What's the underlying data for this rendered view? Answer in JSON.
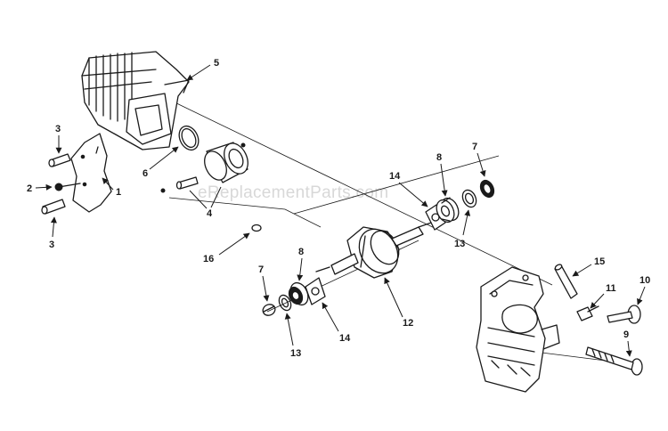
{
  "watermark": "eReplacementParts.com",
  "callouts": [
    {
      "id": "c1",
      "text": "1"
    },
    {
      "id": "c2",
      "text": "2"
    },
    {
      "id": "c3a",
      "text": "3"
    },
    {
      "id": "c3b",
      "text": "3"
    },
    {
      "id": "c4",
      "text": "4"
    },
    {
      "id": "c5",
      "text": "5"
    },
    {
      "id": "c6",
      "text": "6"
    },
    {
      "id": "c7a",
      "text": "7"
    },
    {
      "id": "c7b",
      "text": "7"
    },
    {
      "id": "c8a",
      "text": "8"
    },
    {
      "id": "c8b",
      "text": "8"
    },
    {
      "id": "c9",
      "text": "9"
    },
    {
      "id": "c10",
      "text": "10"
    },
    {
      "id": "c11",
      "text": "11"
    },
    {
      "id": "c12",
      "text": "12"
    },
    {
      "id": "c13a",
      "text": "13"
    },
    {
      "id": "c13b",
      "text": "13"
    },
    {
      "id": "c14a",
      "text": "14"
    },
    {
      "id": "c14b",
      "text": "14"
    },
    {
      "id": "c15",
      "text": "15"
    },
    {
      "id": "c16",
      "text": "16"
    }
  ]
}
